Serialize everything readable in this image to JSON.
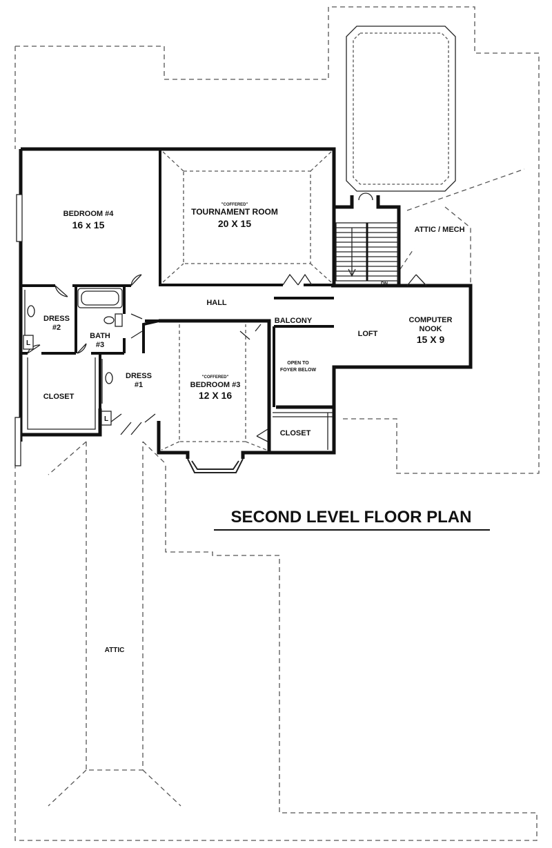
{
  "title": "SECOND LEVEL FLOOR PLAN",
  "rooms": {
    "bedroom4": {
      "name": "BEDROOM #4",
      "size": "16 x 15"
    },
    "tournament": {
      "note": "\"COFFERED\"",
      "name": "TOURNAMENT ROOM",
      "size": "20 X 15"
    },
    "attic_mech": {
      "name": "ATTIC / MECH"
    },
    "hall": {
      "name": "HALL"
    },
    "balcony": {
      "name": "BALCONY"
    },
    "dress2": {
      "name": "DRESS",
      "num": "#2"
    },
    "bath3": {
      "name": "BATH",
      "num": "#3"
    },
    "dress1": {
      "name": "DRESS",
      "num": "#1"
    },
    "bedroom3": {
      "note": "\"COFFERED\"",
      "name": "BEDROOM #3",
      "size": "12 X 16"
    },
    "open_foyer": {
      "line1": "OPEN TO",
      "line2": "FOYER BELOW"
    },
    "loft": {
      "name": "LOFT"
    },
    "computer_nook": {
      "line1": "COMPUTER",
      "line2": "NOOK",
      "size": "15 X 9"
    },
    "closet_left": {
      "name": "CLOSET"
    },
    "closet_right": {
      "name": "CLOSET"
    },
    "attic": {
      "name": "ATTIC"
    }
  },
  "marks": {
    "linen1": "L",
    "linen2": "L",
    "down": "DN"
  }
}
